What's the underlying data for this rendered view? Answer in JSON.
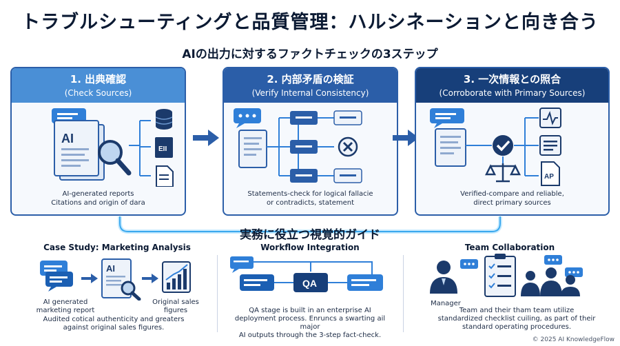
{
  "title": "トラブルシューティングと品質管理：ハルシネーションと向き合う",
  "subtitle": "AIの出力に対するファクトチェックの3ステップ",
  "steps": [
    {
      "title": "1. 出典確認",
      "subtitle": "(Check Sources)",
      "caption_line1": "AI-generated reports",
      "caption_line2": "Citations and origin of dara",
      "doc_label": "AI",
      "book_label": "EII"
    },
    {
      "title": "2. 内部矛盾の検証",
      "subtitle": "(Verify Internal Consistency)",
      "caption_line1": "Statements-check for logical fallacie",
      "caption_line2": "or contradicts, statement"
    },
    {
      "title": "3. 一次情報との照合",
      "subtitle": "(Corroborate with Primary Sources)",
      "caption_line1": "Verified-compare and reliable,",
      "caption_line2": "direct primary sources",
      "doc_label": "AP"
    }
  ],
  "guide_title": "実務に役立つ視覚的ガイド",
  "sections": [
    {
      "title": "Case Study: Marketing Analysis",
      "doc_label": "AI",
      "label_left_1": "AI generated",
      "label_left_2": "marketing report",
      "label_right_1": "Original sales",
      "label_right_2": "figures",
      "caption_1": "Audited cotical authenticity and greaters",
      "caption_2": "against  original sales figures."
    },
    {
      "title": "Workflow Integration",
      "node_label": "QA",
      "caption_1": "QA stage is built in an enterprise AI",
      "caption_2": "deployment process. Enruncs a swarting ail major",
      "caption_3": "AI outputs through the 3-step fact-check."
    },
    {
      "title": "Team Collaboration",
      "manager_label": "Manager",
      "caption_1": "Team and their tham team utilize",
      "caption_2": "standardized checklist cuiling, as part of their",
      "caption_3": "standard operating procedures."
    }
  ],
  "footer": "© 2025 AI KnowledgeFlow",
  "colors": {
    "step1_header": "#4a8fd6",
    "step2_header": "#2b5ea8",
    "step3_header": "#173f7a",
    "accent": "#1f6fd1"
  }
}
